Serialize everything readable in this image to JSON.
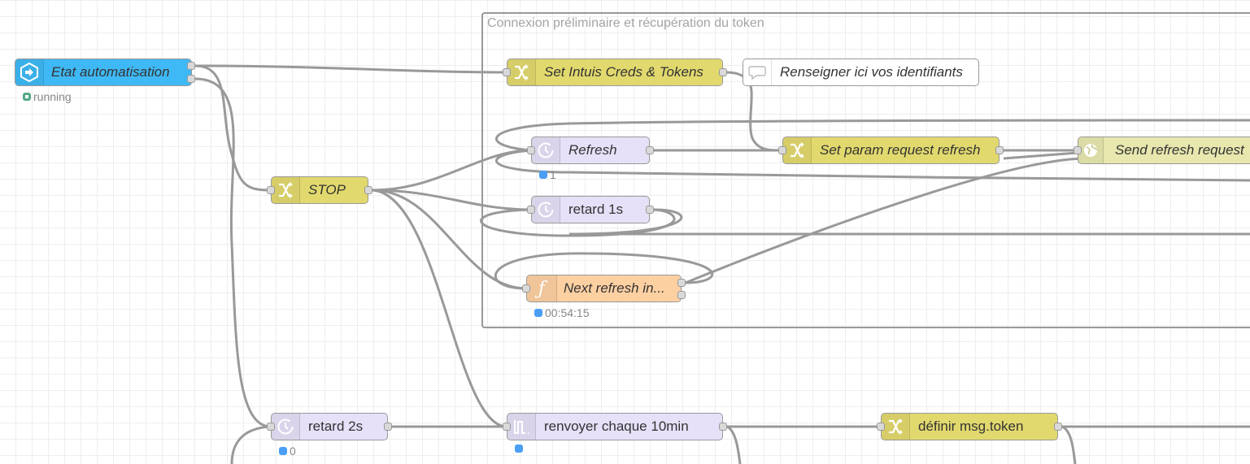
{
  "group": {
    "label": "Connexion préliminaire et récupération du token"
  },
  "nodes": {
    "etat": {
      "label": "Etat automatisation",
      "icon": "inject-icon",
      "status": "running"
    },
    "set_creds": {
      "label": "Set Intuis Creds & Tokens",
      "icon": "change-icon"
    },
    "comment": {
      "label": "Renseigner ici vos identifiants",
      "icon": "comment-icon"
    },
    "refresh": {
      "label": "Refresh",
      "icon": "delay-icon",
      "status": "1"
    },
    "set_param": {
      "label": "Set param request refresh",
      "icon": "change-icon"
    },
    "send_refresh": {
      "label": "Send refresh request",
      "icon": "globe-icon"
    },
    "stop": {
      "label": "STOP",
      "icon": "change-icon"
    },
    "retard1": {
      "label": "retard 1s",
      "icon": "delay-icon"
    },
    "next_refresh": {
      "label": "Next refresh in...",
      "icon": "function-icon",
      "status": "00:54:15"
    },
    "retard2": {
      "label": "retard 2s",
      "icon": "delay-icon",
      "status": "0"
    },
    "renvoyer": {
      "label": "renvoyer chaque 10min",
      "icon": "trigger-icon",
      "status": ""
    },
    "definir": {
      "label": "définir msg.token",
      "icon": "change-icon"
    }
  },
  "colors": {
    "switch": "#e2d96e",
    "delay": "#e6e0f8",
    "function": "#fdd0a2",
    "inject": "#3fb9f5",
    "http": "#e7e7ae",
    "wire": "#999999",
    "status_blue": "#4a9ff5",
    "status_green": "#55aa88"
  }
}
